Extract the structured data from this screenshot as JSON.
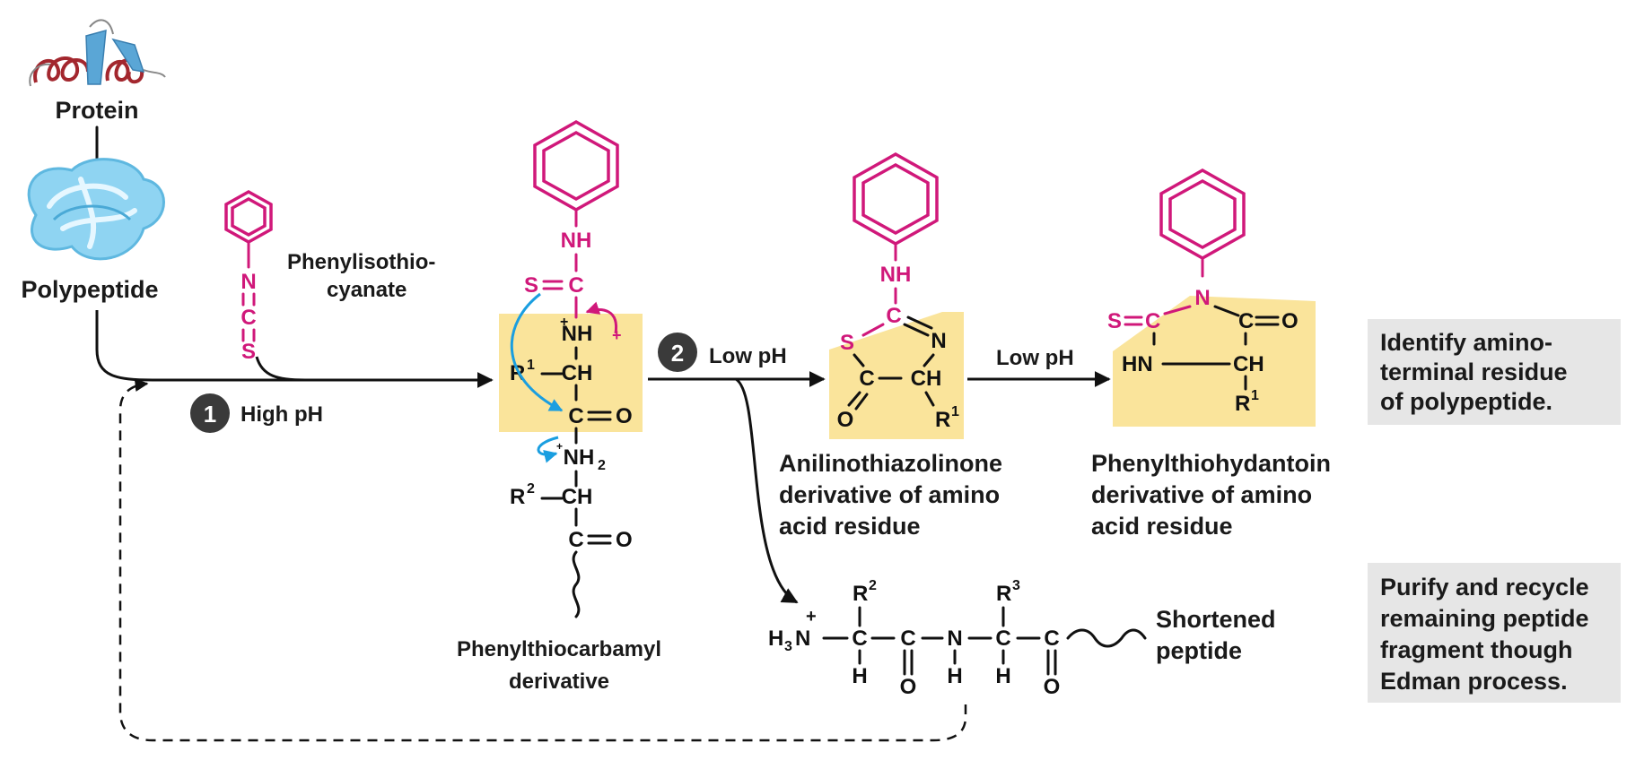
{
  "labels": {
    "protein": "Protein",
    "polypeptide": "Polypeptide",
    "reagent": [
      "Phenylisothio-",
      "cyanate"
    ],
    "step1_num": "1",
    "step1_text": "High pH",
    "step2_num": "2",
    "step2_text": "Low pH",
    "low_ph": "Low pH",
    "ptc": [
      "Phenylthiocarbamyl",
      "derivative"
    ],
    "atz": [
      "Anilinothiazolinone",
      "derivative of amino",
      "acid residue"
    ],
    "pth": [
      "Phenylthiohydantoin",
      "derivative of amino",
      "acid residue"
    ],
    "shortened": [
      "Shortened",
      "peptide"
    ],
    "box1": [
      "Identify amino-",
      "terminal residue",
      "of polypeptide."
    ],
    "box2": [
      "Purify and recycle",
      "remaining peptide",
      "fragment though",
      "Edman process."
    ]
  },
  "atoms": {
    "N": "N",
    "C": "C",
    "S": "S",
    "O": "O",
    "H": "H",
    "NH": "NH",
    "NH_plus": "NH",
    "NH2": "NH",
    "HN": "HN",
    "H3N": "H",
    "CH": "CH",
    "R": "R",
    "one": "1",
    "two": "2",
    "three": "3",
    "plus": "+",
    "sub2": "2",
    "sub3": "3"
  },
  "colors": {
    "magenta": "#d0187a",
    "highlight": "#fae49b",
    "note_box": "#e6e6e6",
    "blue_arrow": "#1a9ee0",
    "protein_helix": "#a3272e",
    "protein_sheet": "#5aa6d6",
    "polypeptide_blob": "#8fd4f2"
  },
  "icons": {
    "protein": "protein-ribbon-icon",
    "polypeptide": "polypeptide-blob-icon"
  }
}
